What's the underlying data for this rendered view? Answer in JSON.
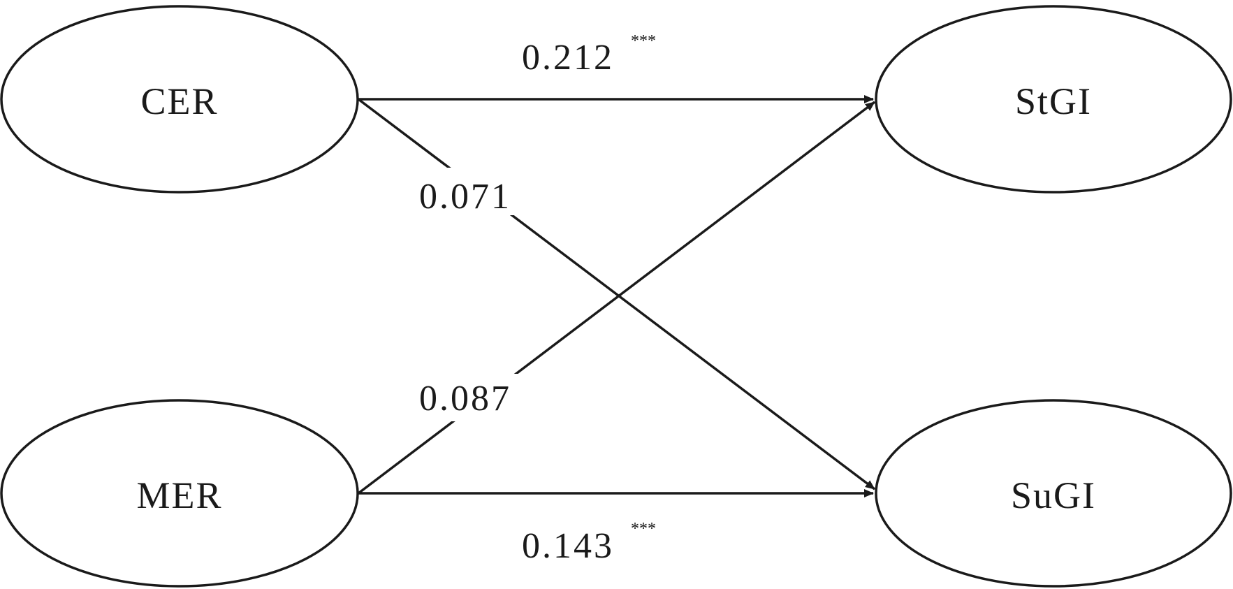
{
  "nodes": {
    "cer": "CER",
    "mer": "MER",
    "stgi": "StGI",
    "sugi": "SuGI"
  },
  "paths": {
    "cer_stgi": {
      "coefficient": "0.212",
      "significance": "***"
    },
    "cer_sugi": {
      "coefficient": "0.071",
      "significance": ""
    },
    "mer_stgi": {
      "coefficient": "0.087",
      "significance": ""
    },
    "mer_sugi": {
      "coefficient": "0.143",
      "significance": "***"
    }
  },
  "colors": {
    "stroke": "#1a1a1a",
    "background": "#ffffff"
  }
}
